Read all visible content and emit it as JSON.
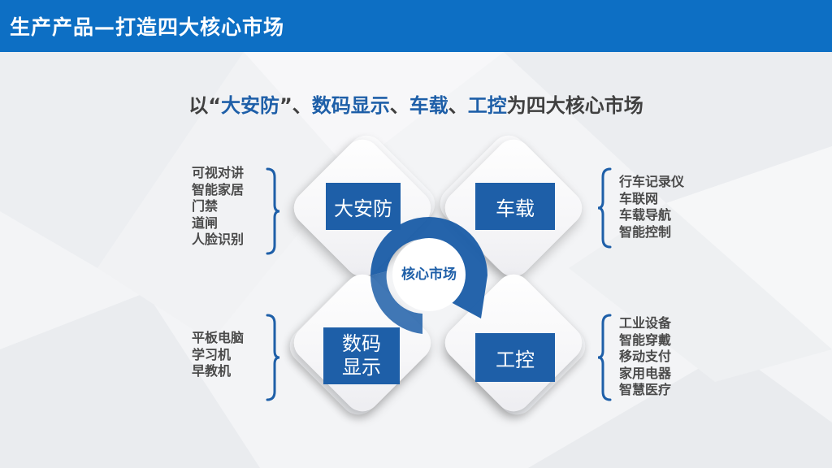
{
  "header": {
    "title": "生产产品—打造四大核心市场"
  },
  "subtitle": {
    "prefix": "以“",
    "hl1": "大安防",
    "mid1": "”、",
    "hl2": "数码显示",
    "sep1": "、",
    "hl3": "车载",
    "sep2": "、",
    "hl4": "工控",
    "suffix": "为四大核心市场"
  },
  "center": {
    "label": "核心市场"
  },
  "markets": {
    "security": {
      "label": "大安防",
      "items": [
        "可视对讲",
        "智能家居",
        "门禁",
        "道闸",
        "人脸识别"
      ]
    },
    "automotive": {
      "label": "车载",
      "items": [
        "行车记录仪",
        "车联网",
        "车载导航",
        "智能控制"
      ]
    },
    "display": {
      "label_line1": "数码",
      "label_line2": "显示",
      "items": [
        "平板电脑",
        "学习机",
        "早教机"
      ]
    },
    "industrial": {
      "label": "工控",
      "items": [
        "工业设备",
        "智能穿戴",
        "移动支付",
        "家用电器",
        "智慧医疗"
      ]
    }
  },
  "colors": {
    "header": "#0d6fc4",
    "accent": "#1e5fa8",
    "text": "#404040"
  }
}
